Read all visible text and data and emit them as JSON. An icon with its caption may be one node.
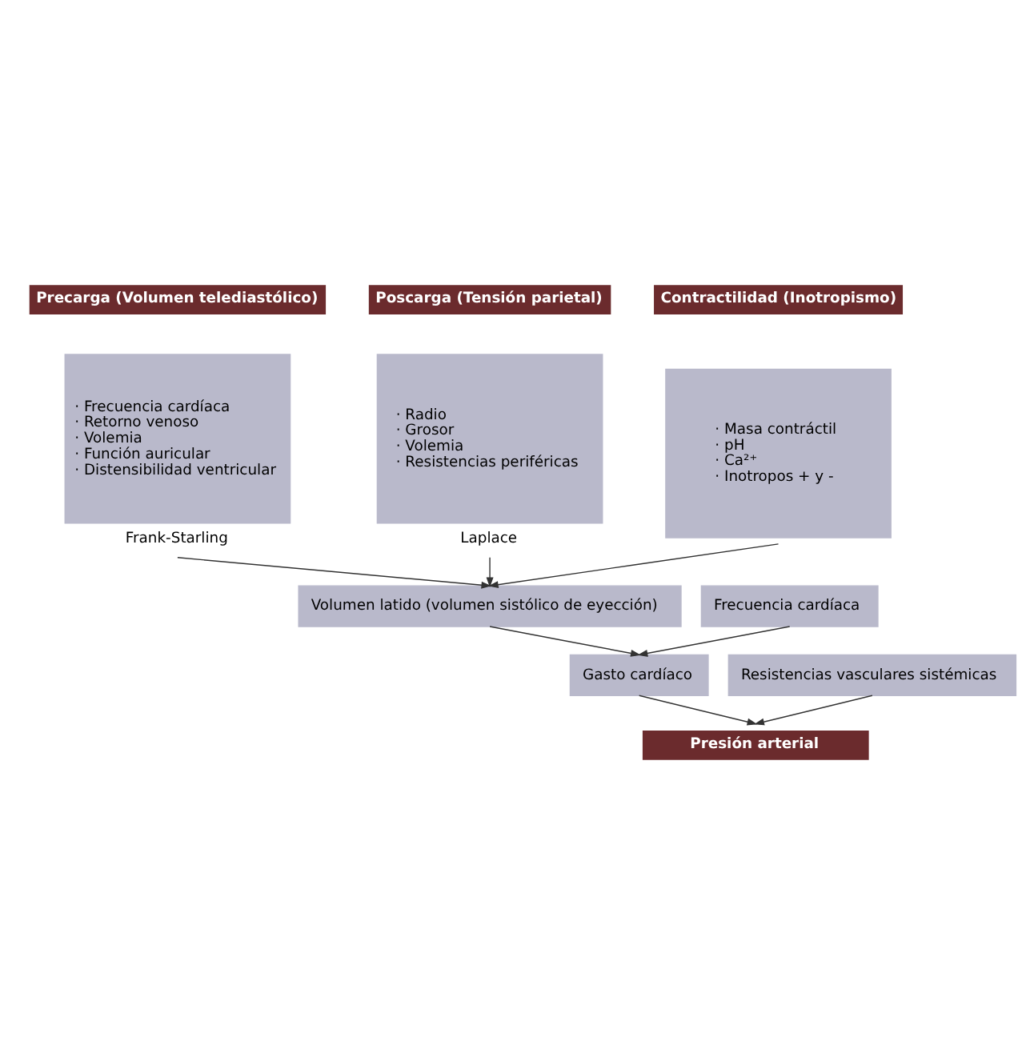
{
  "diagram": {
    "nodes": [
      {
        "text": [
          "Precarga (Volumen telediastólico)"
        ]
      },
      {
        "text": [
          "· Frecuencia cardíaca",
          "· Retorno venoso",
          "· Volemia",
          "· Función auricular",
          "· Distensibilidad ventricular"
        ],
        "beside": [
          "Frank-Starling"
        ]
      },
      {
        "text": [
          "Poscarga (Tensión parietal)"
        ]
      },
      {
        "text": [
          "· Radio",
          "· Grosor",
          "· Volemia",
          "· Resistencias periféricas"
        ],
        "beside": [
          "Laplace"
        ]
      },
      {
        "text": [
          "Contractilidad (Inotropismo)"
        ]
      },
      {
        "text": [
          "· Masa contráctil",
          "· pH",
          "· Ca²⁺",
          "· Inotropos + y -"
        ]
      },
      {
        "text": [
          "Volumen latido (volumen sistólico de eyección)"
        ]
      },
      {
        "text": [
          "Frecuencia cardíaca"
        ]
      },
      {
        "text": [
          "Gasto cardíaco"
        ]
      },
      {
        "text": [
          "Resistencias vasculares sistémicas"
        ]
      },
      {
        "text": [
          "Presión arterial"
        ]
      }
    ],
    "edges": [
      {
        "from": 1,
        "to": 6,
        "arrow": "to"
      },
      {
        "from": 3,
        "to": 6,
        "arrow": "to"
      },
      {
        "from": 5,
        "to": 6,
        "arrow": "to"
      },
      {
        "from": 6,
        "to": 8,
        "arrow": "to"
      },
      {
        "from": 7,
        "to": 8,
        "arrow": "to"
      },
      {
        "from": 8,
        "to": 10,
        "arrow": "to"
      },
      {
        "from": 9,
        "to": 10,
        "arrow": "to"
      }
    ]
  }
}
